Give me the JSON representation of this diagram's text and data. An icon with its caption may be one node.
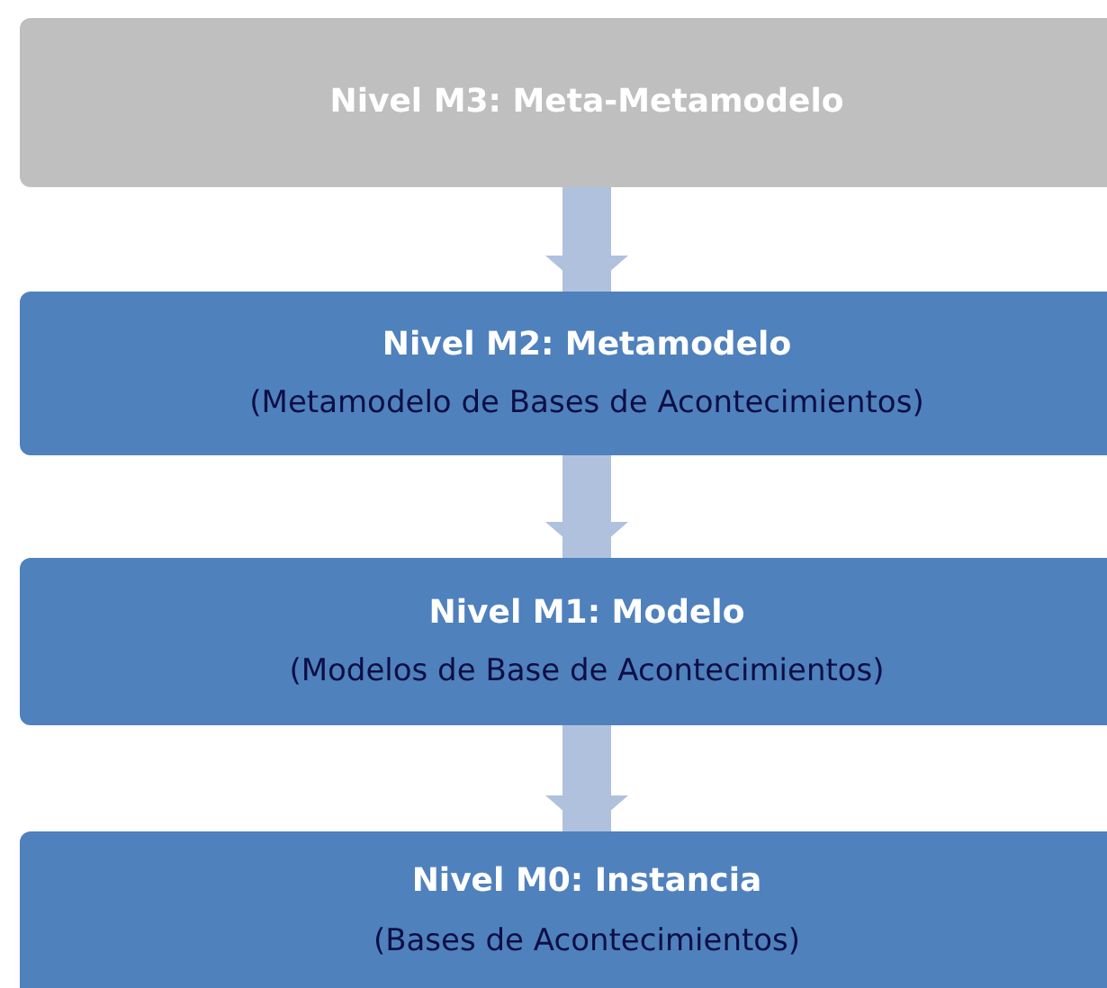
{
  "diagram": {
    "nodes": [
      {
        "text": [
          "Nivel M3: Meta-Metamodelo"
        ]
      },
      {
        "text": [
          "Nivel M2: Metamodelo",
          "(Metamodelo de Bases de Acontecimientos)"
        ]
      },
      {
        "text": [
          "Nivel M1: Modelo",
          "(Modelos de Base de Acontecimientos)"
        ]
      },
      {
        "text": [
          "Nivel M0: Instancia",
          "(Bases de Acontecimientos)"
        ]
      }
    ],
    "edges": [
      {
        "from": 0,
        "to": 1,
        "arrow": "to"
      },
      {
        "from": 1,
        "to": 2,
        "arrow": "to"
      },
      {
        "from": 2,
        "to": 3,
        "arrow": "to"
      }
    ]
  }
}
